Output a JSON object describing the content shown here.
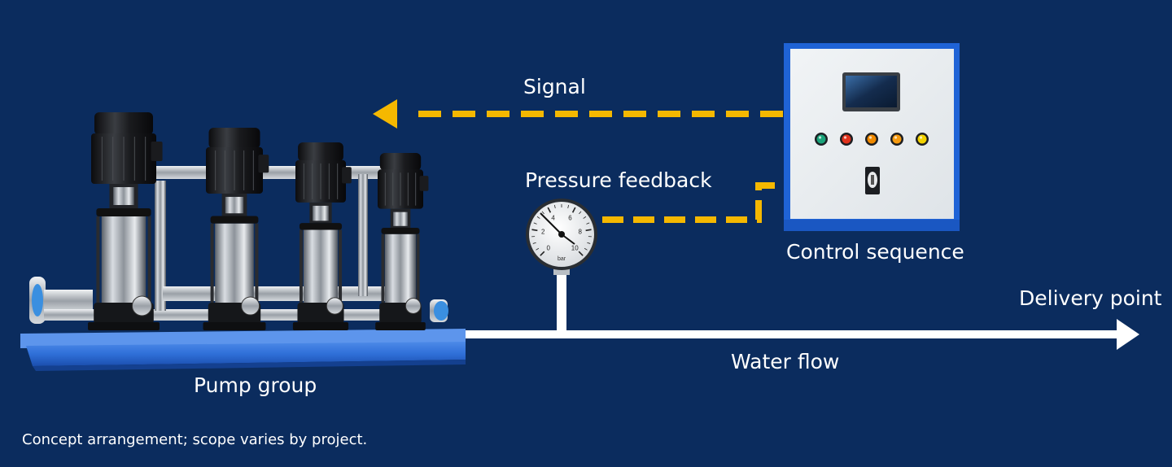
{
  "labels": {
    "signal": "Signal",
    "pressure_feedback": "Pressure feedback",
    "control_sequence": "Control sequence",
    "delivery_point": "Delivery point",
    "water_flow": "Water flow",
    "pump_group": "Pump group"
  },
  "gauge": {
    "unit": "bar",
    "ticks": [
      "0",
      "2",
      "4",
      "6",
      "8",
      "10"
    ]
  },
  "footnote": "Concept arrangement; scope varies by project.",
  "colors": {
    "background": "#0b2c5e",
    "signal_line": "#f5b800",
    "flow_line": "#ffffff",
    "panel_frame": "#1f63d6",
    "panel_face": "#e8ecef",
    "pump_base": "#2f6fd8",
    "indicator_lights": [
      "#1aa37a",
      "#e0321c",
      "#f08a00",
      "#f59a10",
      "#f2d200"
    ]
  },
  "icons": {
    "pumps": "vertical-multistage-pump-icon",
    "gauge": "pressure-gauge-icon",
    "panel": "control-panel-icon",
    "display": "hmi-screen-icon",
    "switch": "selector-switch-icon"
  }
}
